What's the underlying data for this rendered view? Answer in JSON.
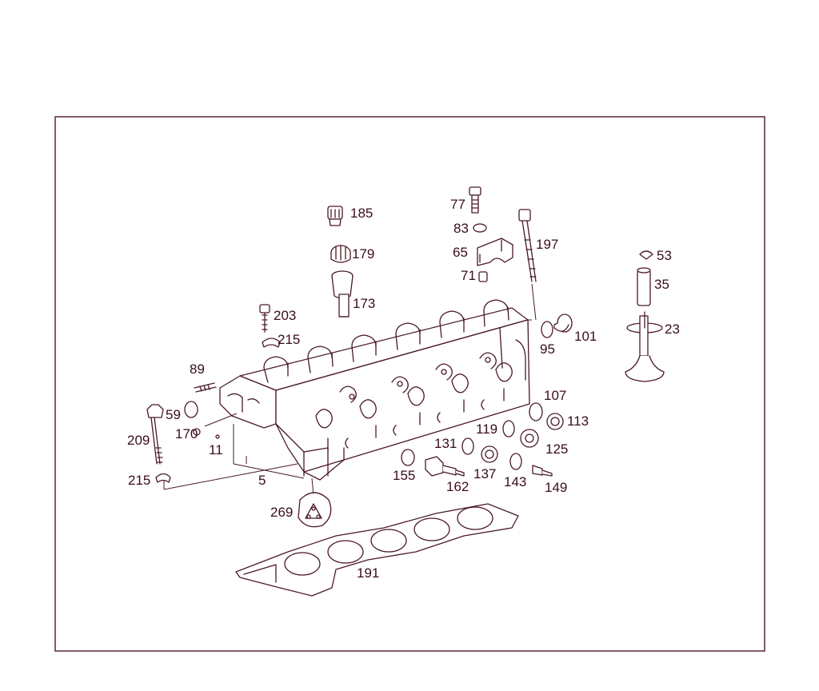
{
  "diagram": {
    "colors": {
      "ink": "#4a1a24",
      "text": "#3a0d18",
      "background": "#ffffff"
    },
    "callouts": {
      "p185": "185",
      "p179": "179",
      "p173": "173",
      "p203": "203",
      "p215a": "215",
      "p89": "89",
      "p59": "59",
      "p170": "170",
      "p11": "11",
      "p209": "209",
      "p215b": "215",
      "p5": "5",
      "p269": "269",
      "p77": "77",
      "p83": "83",
      "p65": "65",
      "p71": "71",
      "p197": "197",
      "p95": "95",
      "p101": "101",
      "p53": "53",
      "p35": "35",
      "p23": "23",
      "p107": "107",
      "p113": "113",
      "p119": "119",
      "p125": "125",
      "p131": "131",
      "p155": "155",
      "p162": "162",
      "p137": "137",
      "p143": "143",
      "p149": "149",
      "p191": "191"
    }
  }
}
